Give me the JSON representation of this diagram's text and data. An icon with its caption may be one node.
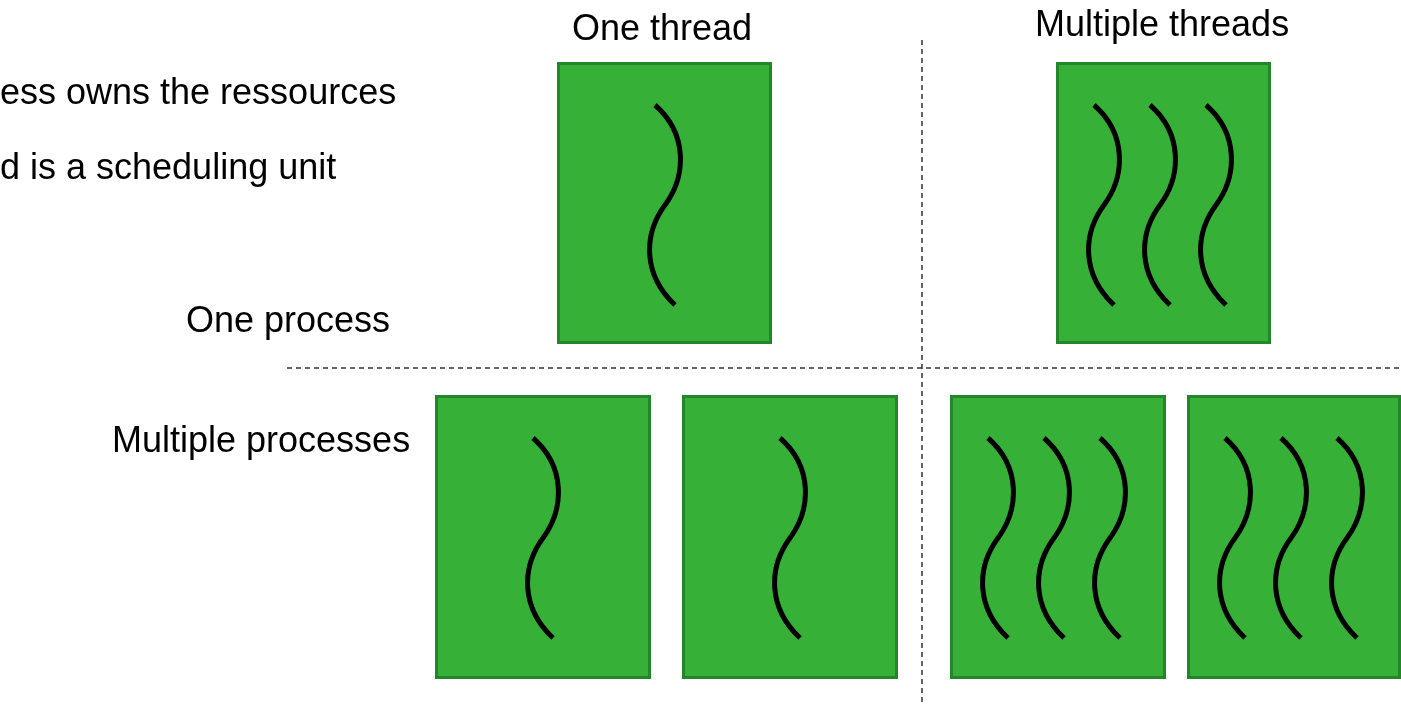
{
  "diagram": {
    "nodes": [
      {
        "text": [],
        "shape": "box"
      },
      {
        "text": [],
        "shape": "box"
      },
      {
        "text": [],
        "shape": "box"
      },
      {
        "text": [],
        "shape": "box"
      },
      {
        "text": [],
        "shape": "box"
      },
      {
        "text": [],
        "shape": "box"
      }
    ],
    "labels": [
      "One thread",
      "Multiple threads",
      "ess owns the ressources",
      "d is a scheduling unit",
      "One process",
      "Multiple processes"
    ]
  }
}
